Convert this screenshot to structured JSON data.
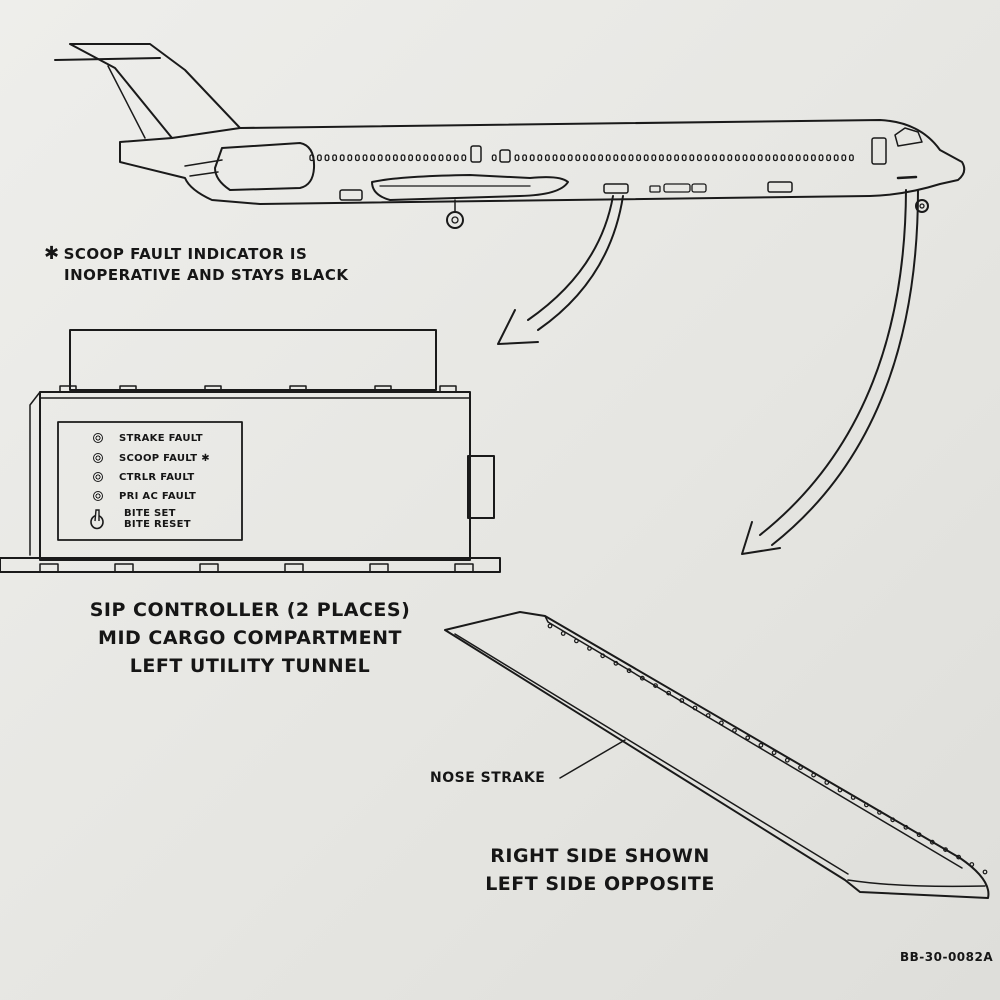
{
  "note": {
    "symbol": "✱",
    "line1": "SCOOP FAULT INDICATOR IS",
    "line2": "INOPERATIVE AND STAYS BLACK"
  },
  "controller": {
    "title_line1": "SIP CONTROLLER (2 PLACES)",
    "title_line2": "MID CARGO COMPARTMENT",
    "title_line3": "LEFT UTILITY TUNNEL",
    "indicators": [
      {
        "label": "STRAKE FAULT"
      },
      {
        "label": "SCOOP FAULT ✱"
      },
      {
        "label": "CTRLR FAULT"
      },
      {
        "label": "PRI AC FAULT"
      }
    ],
    "switch_label_1": "BITE SET",
    "switch_label_2": "BITE RESET"
  },
  "strake": {
    "callout": "NOSE STRAKE",
    "view_line1": "RIGHT SIDE SHOWN",
    "view_line2": "LEFT SIDE OPPOSITE"
  },
  "figure_id": "BB-30-0082A",
  "colors": {
    "ink": "#161616",
    "paper": "#e9e9e6"
  }
}
